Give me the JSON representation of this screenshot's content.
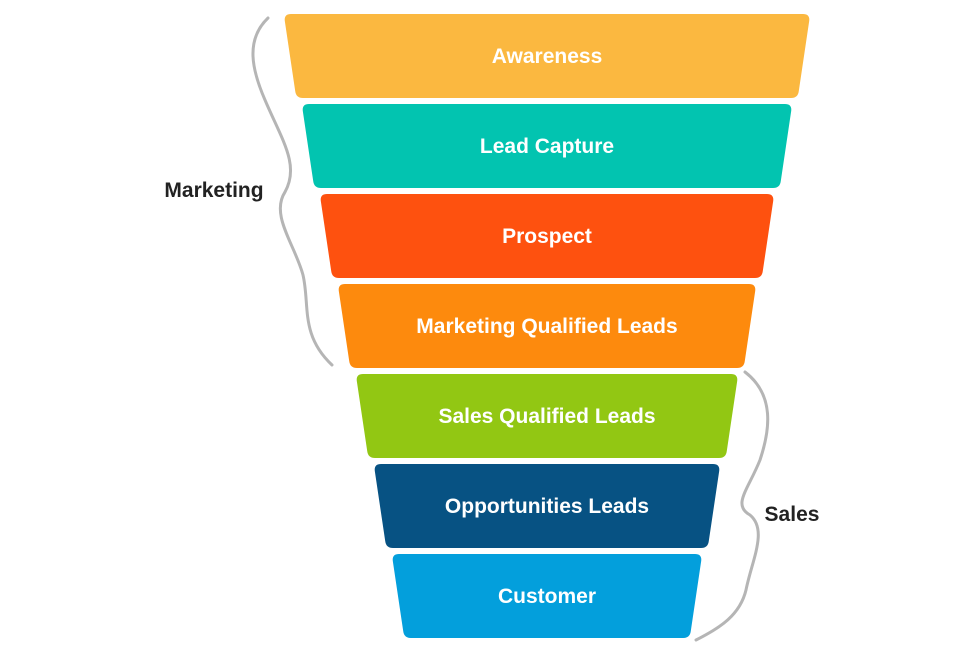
{
  "stages": [
    {
      "label": "Awareness",
      "color": "#fbb840"
    },
    {
      "label": "Lead Capture",
      "color": "#02c4b0"
    },
    {
      "label": "Prospect",
      "color": "#fe510f"
    },
    {
      "label": "Marketing Qualified Leads",
      "color": "#fd8a0d"
    },
    {
      "label": "Sales Qualified Leads",
      "color": "#92c713"
    },
    {
      "label": "Opportunities Leads",
      "color": "#075283"
    },
    {
      "label": "Customer",
      "color": "#039fdc"
    }
  ],
  "groups": {
    "marketing": {
      "label": "Marketing"
    },
    "sales": {
      "label": "Sales"
    }
  },
  "colors": {
    "brace": "#b5b5b5",
    "group_text": "#222222",
    "stage_text": "#ffffff"
  }
}
